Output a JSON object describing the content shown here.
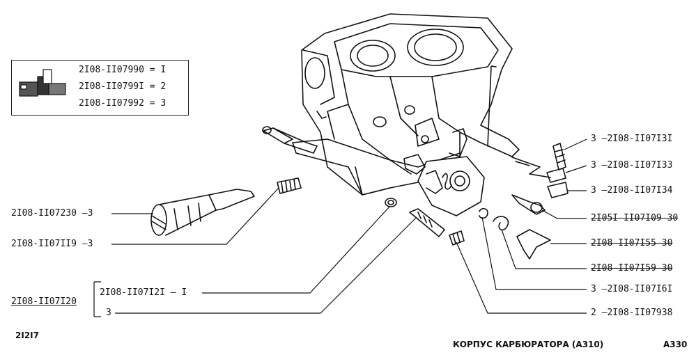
{
  "legend": {
    "rows": [
      "2I08-II07990 = I",
      "2I08-II0799I = 2",
      "2I08-II07992 = 3"
    ]
  },
  "labels": {
    "l_2I08_II07230": "2I08-II07230 —3",
    "l_2I08_II07II9": "2I08-II07II9 —3",
    "l_2I08_II07I20": "2I08-II07I20",
    "l_2I08_II07I2I": "2I08-II07I2I — I",
    "l_3": "3",
    "r_2I08_II07I3I": "3 —2I08-II07I3I",
    "r_2I08_II07I33": "3 —2I08-II07I33",
    "r_2I08_II07I34": "3 —2I08-II07I34",
    "r_2I05I_II07I09": "2I05I-II07I09-30",
    "r_2I08_II07I55": "2I08-II07I55-30",
    "r_2I08_II07I59": "2I08-II07I59-30",
    "r_2I08_II07I6I": "3 —2I08-II07I6I",
    "r_2I08_II07938": "2 —2I08-II07938"
  },
  "footer": {
    "figure_no": "2I2I7",
    "title": "КОРПУС КАРБЮРАТОРА (А310)",
    "code": "А330"
  }
}
